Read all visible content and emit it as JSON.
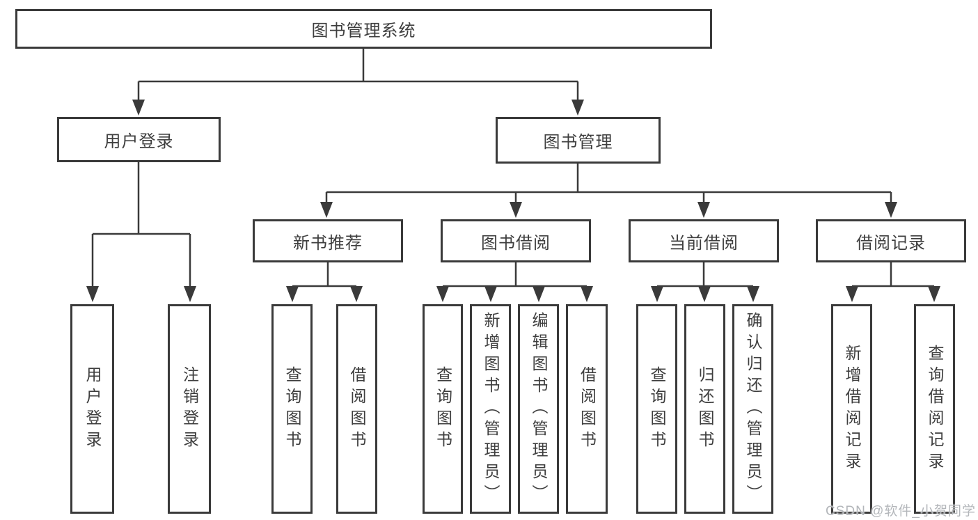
{
  "title": "图书管理系统",
  "watermark": "CSDN @软件_小贺同学",
  "colors": {
    "background": "#ffffff",
    "line": "#3a3a3a",
    "box_border": "#3a3a3a",
    "text": "#3e3e3e",
    "watermark": "#b3b6ba"
  },
  "tree": {
    "root": {
      "label": "图书管理系统"
    },
    "branches": [
      {
        "label": "用户登录",
        "children": [
          {
            "label": "用户登录"
          },
          {
            "label": "注销登录"
          }
        ]
      },
      {
        "label": "图书管理",
        "children": [
          {
            "label": "新书推荐",
            "children": [
              {
                "label": "查询图书"
              },
              {
                "label": "借阅图书"
              }
            ]
          },
          {
            "label": "图书借阅",
            "children": [
              {
                "label": "查询图书"
              },
              {
                "label": "新增图书（管理员）"
              },
              {
                "label": "编辑图书（管理员）"
              },
              {
                "label": "借阅图书"
              }
            ]
          },
          {
            "label": "当前借阅",
            "children": [
              {
                "label": "查询图书"
              },
              {
                "label": "归还图书"
              },
              {
                "label": "确认归还（管理员）"
              }
            ]
          },
          {
            "label": "借阅记录",
            "children": [
              {
                "label": "新增借阅记录"
              },
              {
                "label": "查询借阅记录"
              }
            ]
          }
        ]
      }
    ]
  }
}
